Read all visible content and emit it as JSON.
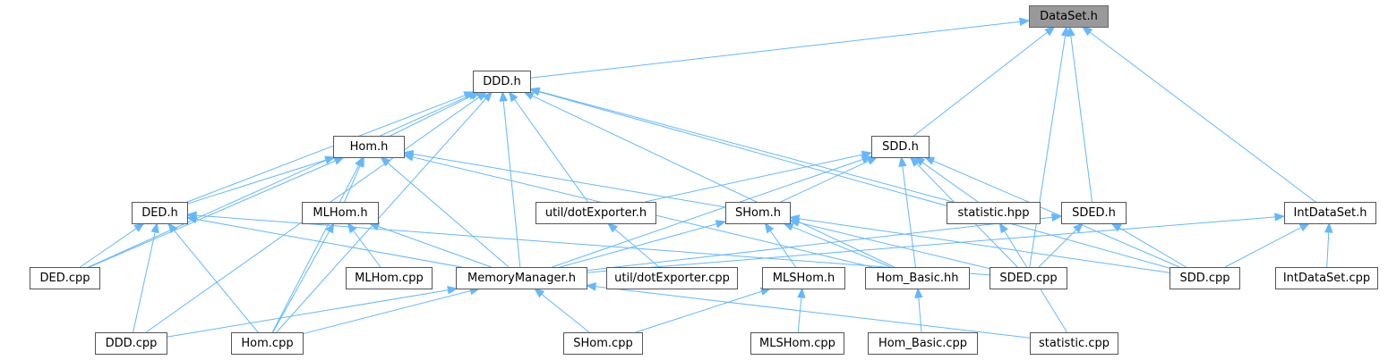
{
  "colors": {
    "edge": "#63b8ff",
    "node_border": "#555555",
    "highlight_fill": "#999999"
  },
  "nodes": [
    {
      "id": "dataset_h",
      "label": "DataSet.h",
      "highlight": true
    },
    {
      "id": "ddd_h",
      "label": "DDD.h"
    },
    {
      "id": "hom_h",
      "label": "Hom.h"
    },
    {
      "id": "sdd_h",
      "label": "SDD.h"
    },
    {
      "id": "ded_h",
      "label": "DED.h"
    },
    {
      "id": "mlhom_h",
      "label": "MLHom.h"
    },
    {
      "id": "dotexporter_h",
      "label": "util/dotExporter.h"
    },
    {
      "id": "shom_h",
      "label": "SHom.h"
    },
    {
      "id": "statistic_hpp",
      "label": "statistic.hpp"
    },
    {
      "id": "sded_h",
      "label": "SDED.h"
    },
    {
      "id": "intdataset_h",
      "label": "IntDataSet.h"
    },
    {
      "id": "ded_cpp",
      "label": "DED.cpp"
    },
    {
      "id": "mlhom_cpp",
      "label": "MLHom.cpp"
    },
    {
      "id": "memorymanager_h",
      "label": "MemoryManager.h"
    },
    {
      "id": "dotexporter_cpp",
      "label": "util/dotExporter.cpp"
    },
    {
      "id": "mlshom_h",
      "label": "MLSHom.h"
    },
    {
      "id": "hom_basic_hh",
      "label": "Hom_Basic.hh"
    },
    {
      "id": "sded_cpp",
      "label": "SDED.cpp"
    },
    {
      "id": "sdd_cpp",
      "label": "SDD.cpp"
    },
    {
      "id": "intdataset_cpp",
      "label": "IntDataSet.cpp"
    },
    {
      "id": "ddd_cpp",
      "label": "DDD.cpp"
    },
    {
      "id": "hom_cpp",
      "label": "Hom.cpp"
    },
    {
      "id": "shom_cpp",
      "label": "SHom.cpp"
    },
    {
      "id": "mlshom_cpp",
      "label": "MLSHom.cpp"
    },
    {
      "id": "hom_basic_cpp",
      "label": "Hom_Basic.cpp"
    },
    {
      "id": "statistic_cpp",
      "label": "statistic.cpp"
    }
  ],
  "edges": [
    [
      "ddd_h",
      "dataset_h"
    ],
    [
      "sdd_h",
      "dataset_h"
    ],
    [
      "sded_h",
      "dataset_h"
    ],
    [
      "sded_cpp",
      "dataset_h"
    ],
    [
      "intdataset_h",
      "dataset_h"
    ],
    [
      "hom_h",
      "ddd_h"
    ],
    [
      "ded_h",
      "ddd_h"
    ],
    [
      "ded_cpp",
      "ddd_h"
    ],
    [
      "ddd_cpp",
      "ddd_h"
    ],
    [
      "hom_cpp",
      "ddd_h"
    ],
    [
      "memorymanager_h",
      "ddd_h"
    ],
    [
      "dotexporter_h",
      "ddd_h"
    ],
    [
      "hom_basic_hh",
      "ddd_h"
    ],
    [
      "statistic_hpp",
      "ddd_h"
    ],
    [
      "sdd_cpp",
      "ddd_h"
    ],
    [
      "ded_h",
      "hom_h"
    ],
    [
      "mlhom_h",
      "hom_h"
    ],
    [
      "ded_cpp",
      "hom_h"
    ],
    [
      "hom_cpp",
      "hom_h"
    ],
    [
      "memorymanager_h",
      "hom_h"
    ],
    [
      "shom_h",
      "hom_h"
    ],
    [
      "hom_basic_hh",
      "hom_h"
    ],
    [
      "dotexporter_h",
      "sdd_h"
    ],
    [
      "memorymanager_h",
      "sdd_h"
    ],
    [
      "shom_h",
      "sdd_h"
    ],
    [
      "statistic_hpp",
      "sdd_h"
    ],
    [
      "hom_basic_hh",
      "sdd_h"
    ],
    [
      "sded_cpp",
      "sdd_h"
    ],
    [
      "sdd_cpp",
      "sdd_h"
    ],
    [
      "ded_cpp",
      "ded_h"
    ],
    [
      "ddd_cpp",
      "ded_h"
    ],
    [
      "hom_cpp",
      "ded_h"
    ],
    [
      "memorymanager_h",
      "ded_h"
    ],
    [
      "sded_cpp",
      "ded_h"
    ],
    [
      "mlhom_cpp",
      "mlhom_h"
    ],
    [
      "memorymanager_h",
      "mlhom_h"
    ],
    [
      "hom_cpp",
      "mlhom_h"
    ],
    [
      "dotexporter_cpp",
      "dotexporter_h"
    ],
    [
      "memorymanager_h",
      "shom_h"
    ],
    [
      "mlshom_h",
      "shom_h"
    ],
    [
      "hom_basic_hh",
      "shom_h"
    ],
    [
      "sded_cpp",
      "shom_h"
    ],
    [
      "sdd_cpp",
      "shom_h"
    ],
    [
      "statistic_cpp",
      "statistic_hpp"
    ],
    [
      "memorymanager_h",
      "sded_h"
    ],
    [
      "sded_cpp",
      "sded_h"
    ],
    [
      "sdd_cpp",
      "sded_h"
    ],
    [
      "memorymanager_h",
      "intdataset_h"
    ],
    [
      "sdd_cpp",
      "intdataset_h"
    ],
    [
      "intdataset_cpp",
      "intdataset_h"
    ],
    [
      "ddd_cpp",
      "memorymanager_h"
    ],
    [
      "hom_cpp",
      "memorymanager_h"
    ],
    [
      "shom_cpp",
      "memorymanager_h"
    ],
    [
      "statistic_cpp",
      "memorymanager_h"
    ],
    [
      "shom_cpp",
      "mlshom_h"
    ],
    [
      "mlshom_cpp",
      "mlshom_h"
    ],
    [
      "hom_basic_cpp",
      "hom_basic_hh"
    ]
  ]
}
